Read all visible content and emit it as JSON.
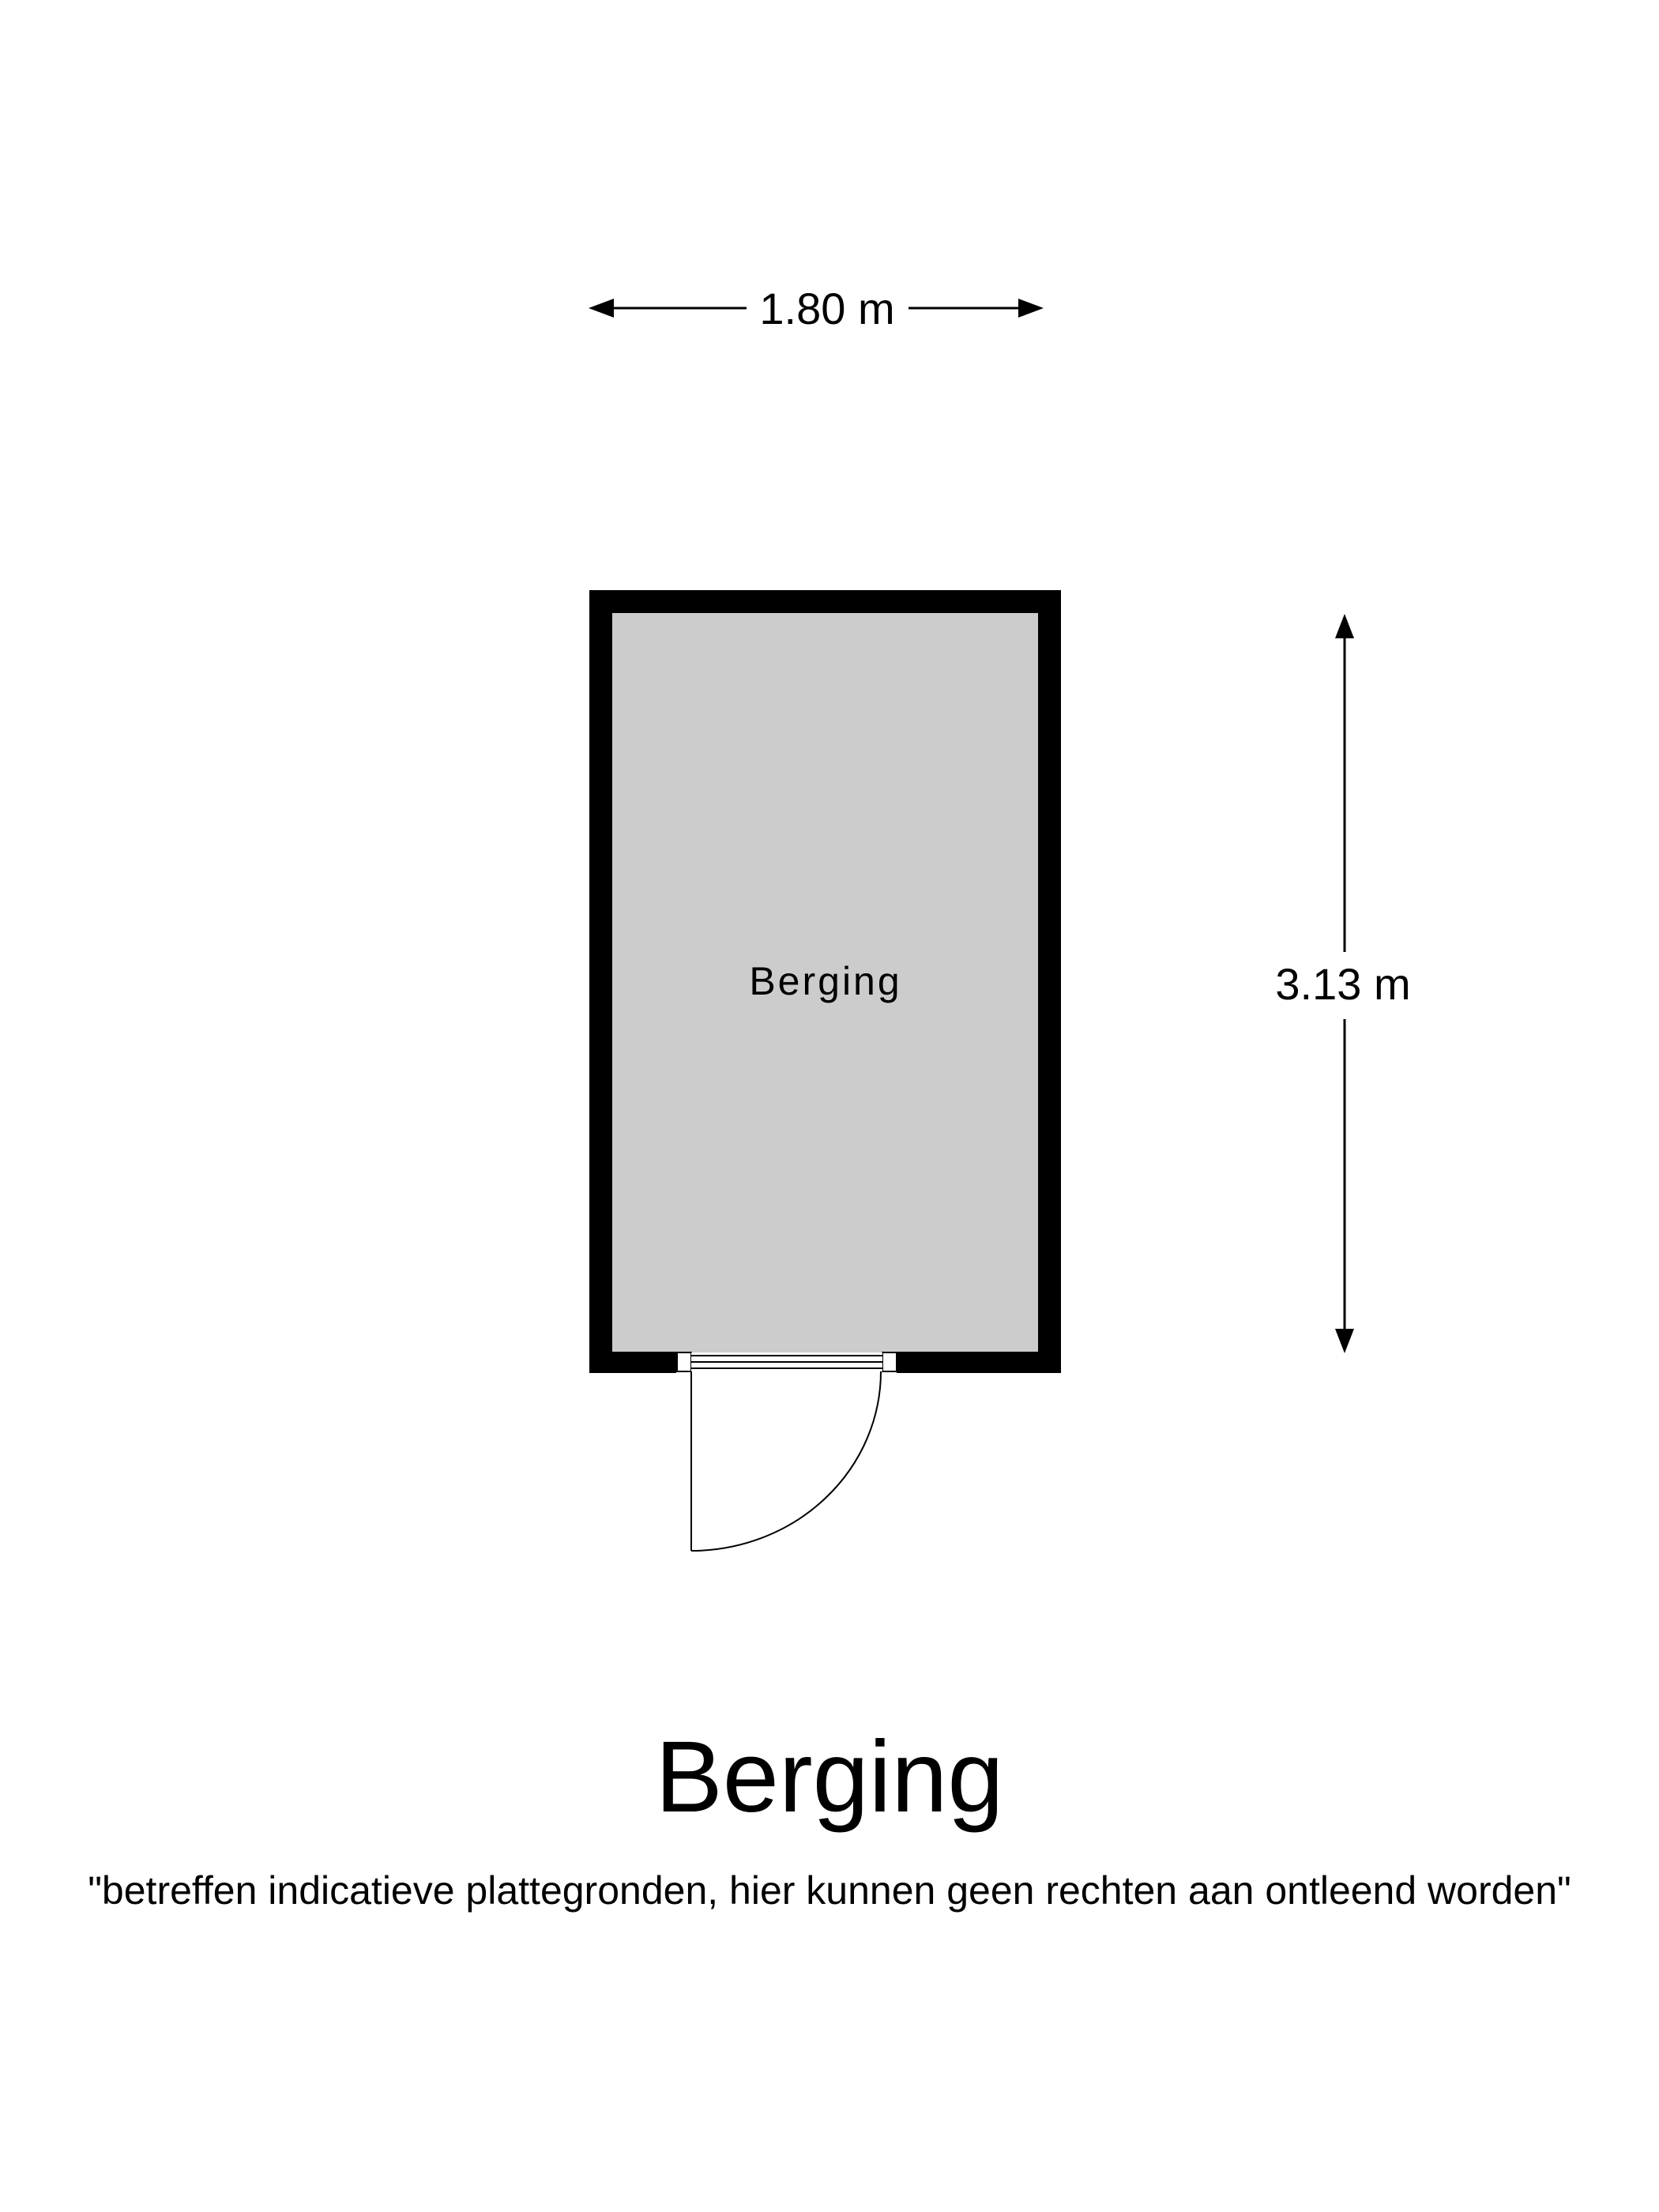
{
  "floorplan": {
    "width_label": "1.80 m",
    "depth_label": "3.13 m",
    "room_label": "Berging",
    "room_fill_color": "#cccccc",
    "wall_color": "#000000"
  },
  "title": "Berging",
  "disclaimer": "\"betreffen indicatieve plattegronden, hier kunnen geen rechten aan ontleend worden\""
}
